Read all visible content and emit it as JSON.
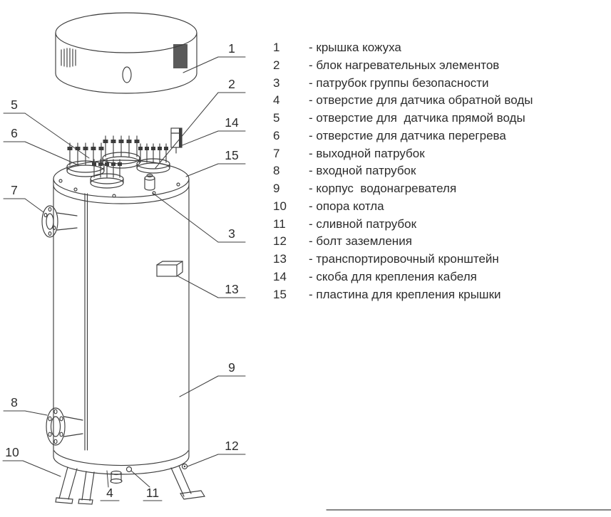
{
  "colors": {
    "ink": "#3d3d3d",
    "text": "#2c2c2c",
    "background": "#ffffff"
  },
  "callouts": {
    "c1": "1",
    "c2": "2",
    "c3": "3",
    "c4": "4",
    "c5": "5",
    "c6": "6",
    "c7": "7",
    "c8": "8",
    "c9": "9",
    "c10": "10",
    "c11": "11",
    "c12": "12",
    "c13": "13",
    "c14": "14",
    "c15": "15"
  },
  "legend": {
    "items": [
      {
        "num": "1",
        "text": "- крышка кожуха"
      },
      {
        "num": "2",
        "text": "- блок нагревательных элементов"
      },
      {
        "num": "3",
        "text": "- патрубок группы безопасности"
      },
      {
        "num": "4",
        "text": "- отверстие для датчика обратной воды"
      },
      {
        "num": "5",
        "text": "- отверстие для  датчика прямой воды"
      },
      {
        "num": "6",
        "text": "- отверстие для датчика перегрева"
      },
      {
        "num": "7",
        "text": "- выходной патрубок"
      },
      {
        "num": "8",
        "text": "- входной патрубок"
      },
      {
        "num": "9",
        "text": "- корпус  водонагревателя"
      },
      {
        "num": "10",
        "text": "- опора котла"
      },
      {
        "num": "11",
        "text": "- сливной патрубок"
      },
      {
        "num": "12",
        "text": "- болт заземления"
      },
      {
        "num": "13",
        "text": "- транспортировочный кронштейн"
      },
      {
        "num": "14",
        "text": "- скоба для крепления кабеля"
      },
      {
        "num": "15",
        "text": "- пластина для крепления крышки"
      }
    ]
  }
}
